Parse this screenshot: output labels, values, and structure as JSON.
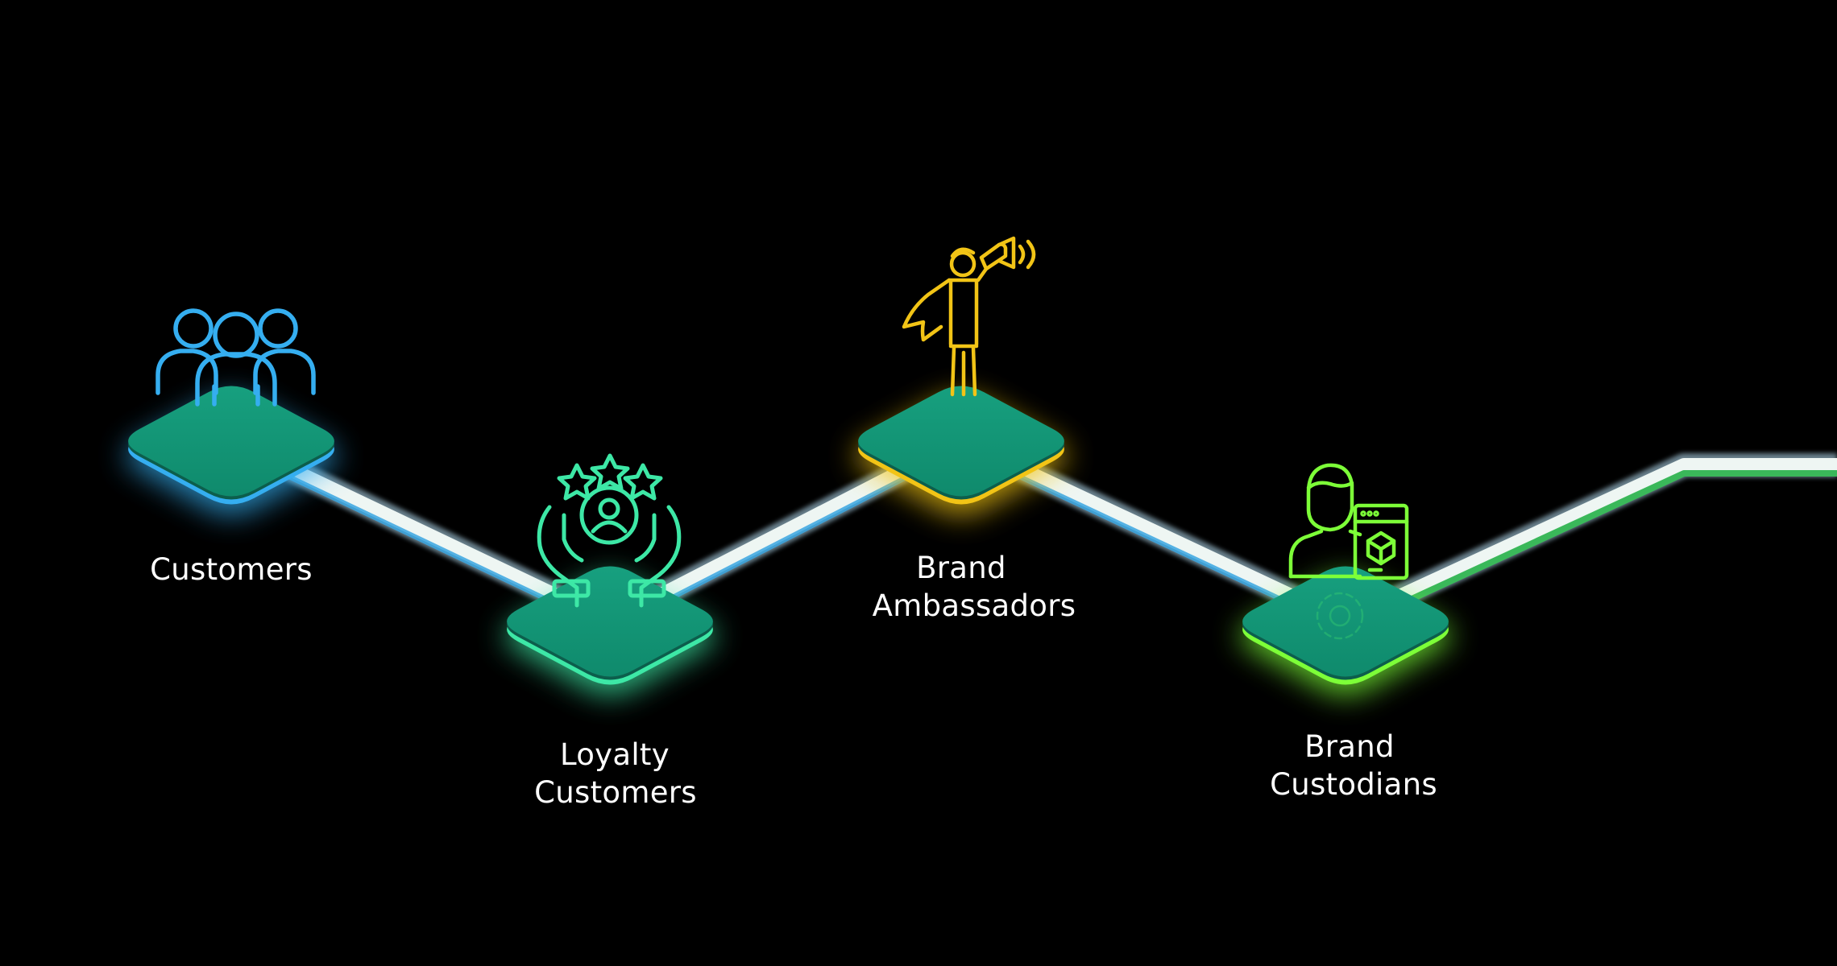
{
  "stages": [
    {
      "id": "customers",
      "lines": [
        "Customers"
      ],
      "glow": "#35aef0",
      "icon": "people-group-icon"
    },
    {
      "id": "loyalty-customers",
      "lines": [
        "Loyalty",
        "Customers"
      ],
      "glow": "#3de8a6",
      "icon": "hands-stars-person-icon"
    },
    {
      "id": "brand-ambassadors",
      "lines": [
        "Brand",
        "Ambassadors"
      ],
      "glow": "#f2c416",
      "icon": "hero-megaphone-icon"
    },
    {
      "id": "brand-custodians",
      "lines": [
        "Brand",
        "Custodians"
      ],
      "glow": "#7dff38",
      "icon": "person-device-icon"
    }
  ],
  "colors": {
    "background": "#000000",
    "platform_top": "#139576",
    "path_white": "#eef6f3",
    "path_accent_blue": "#39a6e0",
    "path_accent_green": "#3ab85a",
    "label_text": "#ffffff"
  }
}
